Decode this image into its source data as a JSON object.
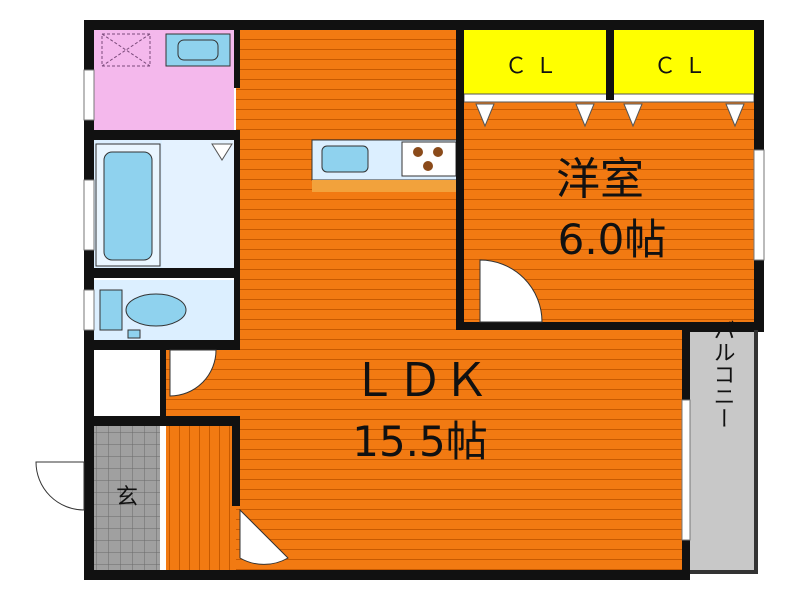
{
  "floorplan": {
    "rooms": {
      "ldk": {
        "name": "ＬＤＫ",
        "size": "15.5帖"
      },
      "western": {
        "name": "洋室",
        "size": "6.0帖"
      },
      "closet_left": {
        "label": "ＣＬ"
      },
      "closet_right": {
        "label": "ＣＬ"
      },
      "balcony": {
        "label": "バルコニー"
      },
      "entrance": {
        "label": "玄"
      }
    },
    "colors": {
      "floor_wood": "#f27a12",
      "floor_line": "#c85a00",
      "wall": "#111111",
      "closet": "#ffff00",
      "washroom": "#f4b8ec",
      "bath": "#dcefff",
      "fixture": "#8fd2ee",
      "balcony": "#c8c8c8",
      "entrance_tile": "#a0a0a0",
      "counter": "#f2a23c",
      "stove": "#8a4a1a"
    }
  }
}
